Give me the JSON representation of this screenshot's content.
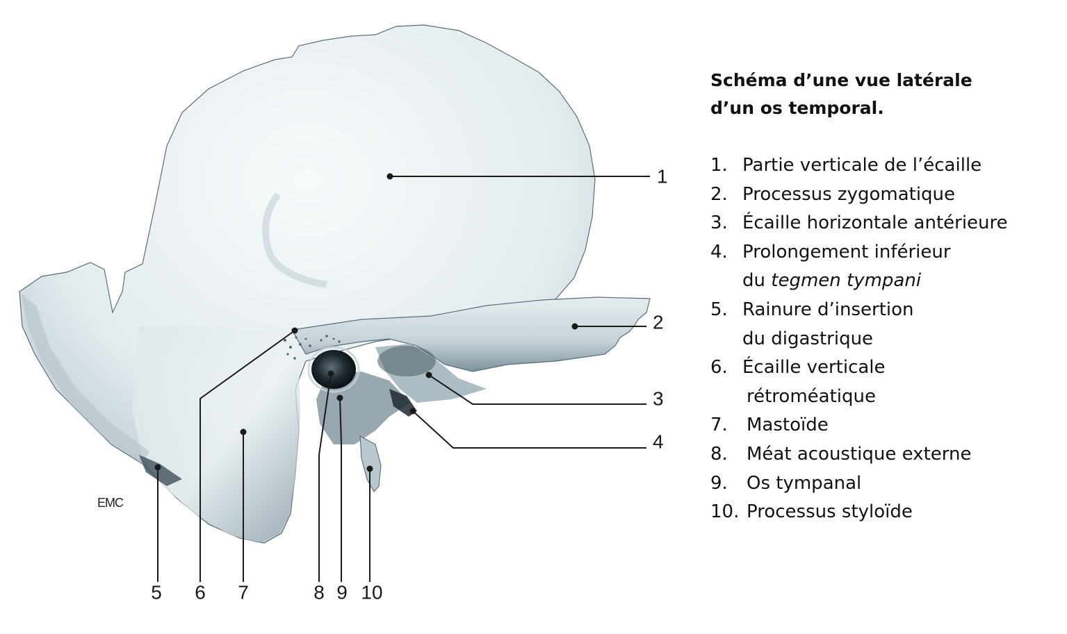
{
  "figure": {
    "logo": "EMC",
    "callouts": [
      "1",
      "2",
      "3",
      "4",
      "5",
      "6",
      "7",
      "8",
      "9",
      "10"
    ]
  },
  "legend": {
    "title_line1": "Schéma d’une vue latérale",
    "title_line2": "d’un os temporal.",
    "items": [
      {
        "num": "1.",
        "line1": "Partie verticale de l’écaille"
      },
      {
        "num": "2.",
        "line1": "Processus zygomatique"
      },
      {
        "num": "3.",
        "line1": "Écaille horizontale antérieure"
      },
      {
        "num": "4.",
        "line1": "Prolongement inférieur",
        "line2_prefix": "du ",
        "line2_italic": "tegmen tympani"
      },
      {
        "num": "5.",
        "line1": "Rainure d’insertion",
        "line2": "du digastrique"
      },
      {
        "num": "6.",
        "line1": "Écaille verticale",
        "line2": "rétroméatique"
      },
      {
        "num": "7.",
        "line1": "Mastoïde"
      },
      {
        "num": "8.",
        "line1": "Méat acoustique externe"
      },
      {
        "num": "9.",
        "line1": "Os tympanal"
      },
      {
        "num": "10.",
        "line1": "Processus styloïde"
      }
    ]
  },
  "colors": {
    "bone_light": "#f2f6f8",
    "bone_mid": "#c9d6dc",
    "bone_shadow": "#6f8690",
    "bone_dark": "#27343a",
    "line": "#1a1a1a"
  }
}
